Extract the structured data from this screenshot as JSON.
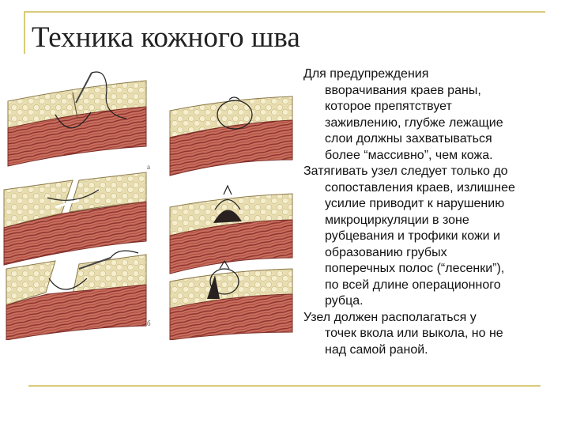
{
  "slide": {
    "title": "Техника кожного шва",
    "figure_marks": [
      "а",
      "б"
    ],
    "paragraphs": [
      {
        "first": "Для предупреждения",
        "rest": [
          "вворачивания краев раны,",
          "которое препятствует",
          "заживлению, глубже лежащие",
          "слои должны захватываться",
          "более “массивно”, чем кожа."
        ]
      },
      {
        "first": "Затягивать узел следует только до",
        "rest": [
          "сопоставления краев, излишнее",
          "усилие приводит к нарушению",
          "микроциркуляции в зоне",
          "рубцевания и трофики кожи и",
          "образованию грубых",
          "поперечных полос (“лесенки”),",
          "по всей длине операционного",
          "рубца."
        ]
      },
      {
        "first": "Узел должен располагаться у",
        "rest": [
          "точек вкола или выкола, но не",
          "над самой раной."
        ]
      }
    ]
  },
  "colors": {
    "accent_line": "#d9cb7a",
    "skin_layer": "#f1e4c0",
    "fat_layer": "#e7dcae",
    "muscle_layer": "#c56a5c",
    "muscle_fiber": "#8e2f2c",
    "knot_dark": "#2a2220"
  },
  "icons": [
    "needle-icon",
    "suture-thread-icon"
  ]
}
